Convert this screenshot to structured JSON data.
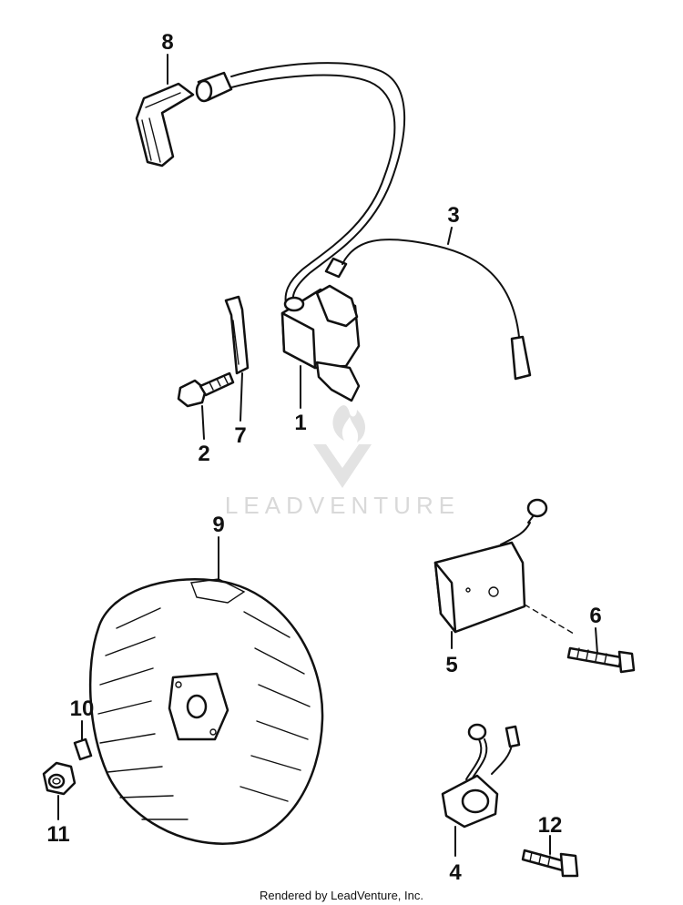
{
  "callouts": {
    "c1": "1",
    "c2": "2",
    "c3": "3",
    "c4": "4",
    "c5": "5",
    "c6": "6",
    "c7": "7",
    "c8": "8",
    "c9": "9",
    "c10": "10",
    "c11": "11",
    "c12": "12"
  },
  "watermark": {
    "text": "LEADVENTURE"
  },
  "footer": {
    "text": "Rendered by LeadVenture, Inc."
  },
  "colors": {
    "ink": "#111111",
    "watermark": "#d9d9d9",
    "background": "#ffffff"
  }
}
